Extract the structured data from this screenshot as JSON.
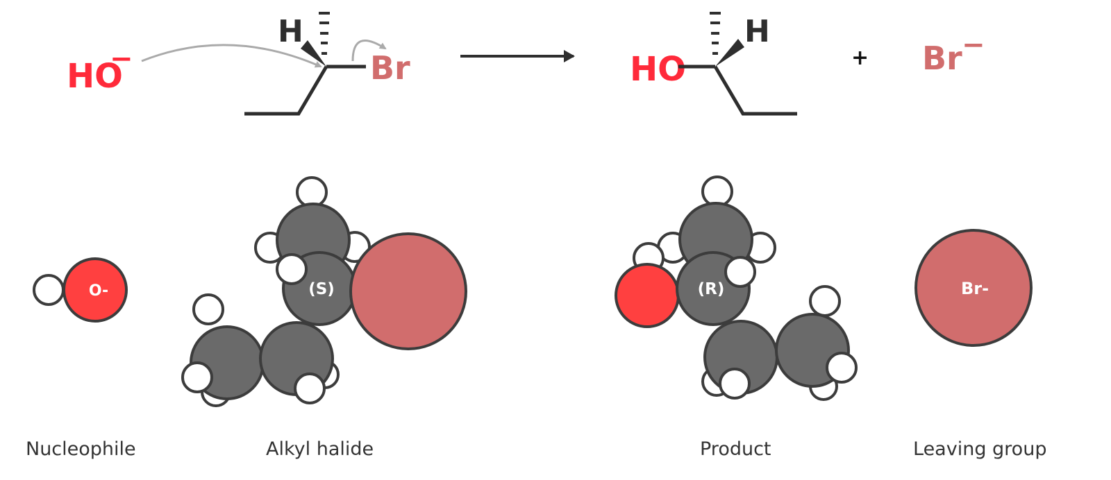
{
  "title": "SN2 reaction: hydroxide + (S)-2-bromobutane -> (R)-2-butanol + bromide",
  "colors": {
    "oxygen": "#ff4040",
    "bromine": "#d16d6d",
    "carbon": "#6a6a6a",
    "hydrogen": "#ffffff",
    "outline": "#3c3c3c",
    "bond": "#2e2e2e",
    "curly_arrow": "#aaaaaa",
    "label_text": "#333333"
  },
  "equation": {
    "nucleophile": {
      "text": "HO",
      "charge": "−"
    },
    "reactant": {
      "h_label": "H",
      "leaving_label": "Br"
    },
    "reaction_arrow": "→",
    "product": {
      "oh_label": "HO",
      "h_label": "H"
    },
    "plus": "+",
    "leaving_group": {
      "text": "Br",
      "charge": "−"
    }
  },
  "models": {
    "nucleophile": {
      "o_label": "O-"
    },
    "alkyl_halide": {
      "stereo_label": "(S)"
    },
    "product": {
      "stereo_label": "(R)"
    },
    "leaving_group": {
      "br_label": "Br-"
    }
  },
  "captions": {
    "nucleophile": "Nucleophile",
    "alkyl_halide": "Alkyl halide",
    "product": "Product",
    "leaving_group": "Leaving group"
  }
}
